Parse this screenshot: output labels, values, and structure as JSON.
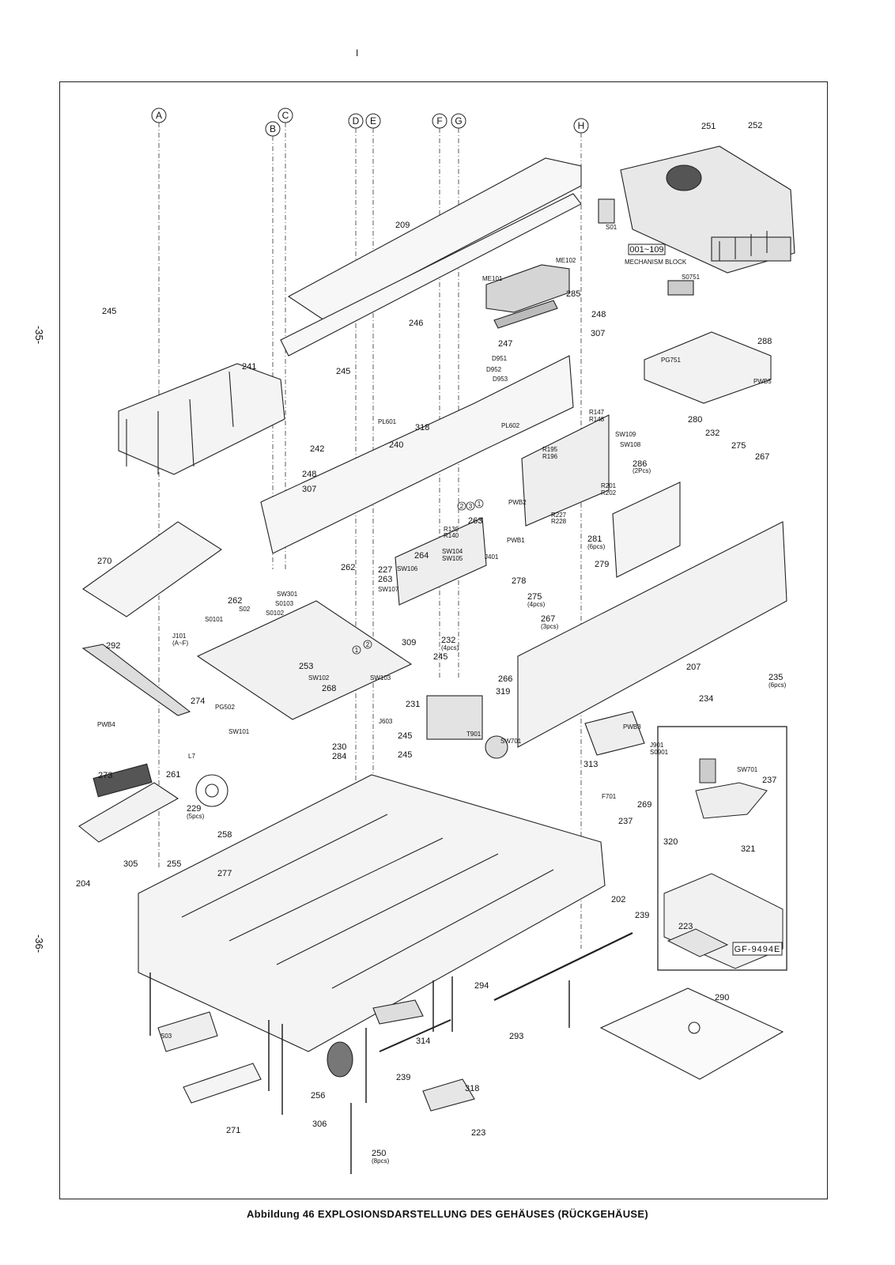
{
  "page": {
    "marker": "I",
    "side_top": "-35-",
    "side_bottom": "-36-"
  },
  "caption": {
    "lead": "Abbildung 46",
    "text": "EXPLOSIONSDARSTELLUNG DES GEHÄUSES (RÜCKGEHÄUSE)"
  },
  "circle_refs": [
    "A",
    "B",
    "C",
    "D",
    "E",
    "F",
    "G",
    "H"
  ],
  "inset_code": "GF-9494E",
  "mechanism": {
    "range": "001~109",
    "label": "MECHANISM BLOCK"
  },
  "part_labels": {
    "p251": "251",
    "p252": "252",
    "p209": "209",
    "p246": "246",
    "p245a": "245",
    "p245b": "245",
    "p241": "241",
    "s01": "S01",
    "me101": "ME101",
    "me102": "ME102",
    "p285": "285",
    "p248a": "248",
    "p307a": "307",
    "s0751": "S0751",
    "p288": "288",
    "p247": "247",
    "d951": "D951",
    "d952": "D952",
    "d953": "D953",
    "pg751": "PG751",
    "pwb5": "PWB5",
    "pl601": "PL601",
    "p318a": "318",
    "p242": "242",
    "p240": "240",
    "pl602": "PL602",
    "r147": "R147",
    "r148": "R148",
    "sw109": "SW109",
    "sw108": "SW108",
    "p280": "280",
    "p232a": "232",
    "p275a": "275",
    "p267a": "267",
    "p286": "286",
    "p286q": "(2Pcs)",
    "r195": "R195",
    "r196": "R196",
    "r201": "R201",
    "r202": "R202",
    "p248b": "248",
    "p307b": "307",
    "pwb2": "PWB2",
    "r227": "R227",
    "r228": "R228",
    "p263a": "263",
    "r139": "R139",
    "r140": "R140",
    "p281": "281",
    "p281q": "(6pcs)",
    "p279": "279",
    "pwb1": "PWB1",
    "p270": "270",
    "p262a": "262",
    "p262b": "262",
    "p264": "264",
    "j401": "J401",
    "sw104": "SW104",
    "sw105": "SW105",
    "sw106": "SW106",
    "p227": "227",
    "p263b": "263",
    "sw107": "SW107",
    "p278": "278",
    "p275b": "275",
    "p275q": "(4pcs)",
    "p267b": "267",
    "p267q": "(3pcs)",
    "sw301": "SW301",
    "s02": "S02",
    "s0103": "S0103",
    "s0102": "S0102",
    "s0101": "S0101",
    "j101": "J101",
    "j101q": "(A~F)",
    "p292": "292",
    "p309": "309",
    "p232b": "232",
    "p232q": "(4pcs)",
    "p245c": "245",
    "p266": "266",
    "p207": "207",
    "p235": "235",
    "p235q": "(6pcs)",
    "p253": "253",
    "sw102": "SW102",
    "sw103": "SW103",
    "p319": "319",
    "p234": "234",
    "p274": "274",
    "pg502": "PG502",
    "p268": "268",
    "p231": "231",
    "j603": "J603",
    "pwb4": "PWB4",
    "sw101": "SW101",
    "p245d": "245",
    "p245e": "245",
    "t901": "T901",
    "p230": "230",
    "p284": "284",
    "l7": "L7",
    "sw701a": "SW701",
    "pwb3": "PWB3",
    "j901": "J901",
    "s0901": "S0901",
    "p273": "273",
    "p261": "261",
    "p313": "313",
    "f701": "F701",
    "p269": "269",
    "sw701b": "SW701",
    "p237a": "237",
    "p229": "229",
    "p229q": "(5pcs)",
    "p237b": "237",
    "p258": "258",
    "p320": "320",
    "p321": "321",
    "p305": "305",
    "p255": "255",
    "p204": "204",
    "p277": "277",
    "p202": "202",
    "p223a": "223",
    "p239a": "239",
    "p294": "294",
    "p290": "290",
    "s03": "S03",
    "p314": "314",
    "p293": "293",
    "p239b": "239",
    "p318b": "318",
    "p256": "256",
    "p306": "306",
    "p271": "271",
    "p223b": "223",
    "p250": "250",
    "p250q": "(8pcs)",
    "circ2a": "2",
    "circ2b": "2",
    "circ3": "3",
    "circ1a": "1",
    "circ1b": "1"
  }
}
